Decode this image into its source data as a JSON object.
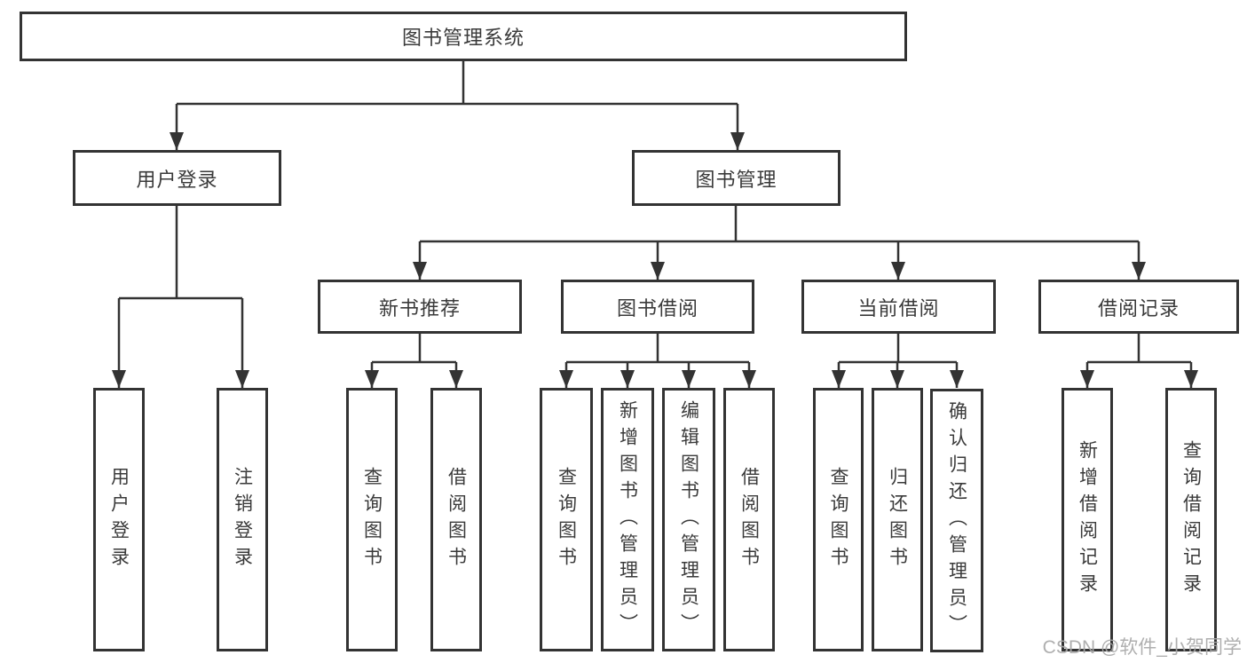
{
  "diagram": {
    "title": "图书管理系统",
    "root": {
      "label": "图书管理系统"
    },
    "branches": [
      {
        "label": "用户登录",
        "children": [
          {
            "label": "用户登录"
          },
          {
            "label": "注销登录"
          }
        ]
      },
      {
        "label": "图书管理",
        "children": [
          {
            "label": "新书推荐",
            "children": [
              {
                "label": "查询图书"
              },
              {
                "label": "借阅图书"
              }
            ]
          },
          {
            "label": "图书借阅",
            "children": [
              {
                "label": "查询图书"
              },
              {
                "label": "新增图书（管理员）"
              },
              {
                "label": "编辑图书（管理员）"
              },
              {
                "label": "借阅图书"
              }
            ]
          },
          {
            "label": "当前借阅",
            "children": [
              {
                "label": "查询图书"
              },
              {
                "label": "归还图书"
              },
              {
                "label": "确认归还（管理员）"
              }
            ]
          },
          {
            "label": "借阅记录",
            "children": [
              {
                "label": "新增借阅记录"
              },
              {
                "label": "查询借阅记录"
              }
            ]
          }
        ]
      }
    ]
  },
  "colors": {
    "line": "#333333",
    "box_border": "#333333",
    "text": "#3a3a3a",
    "background": "#ffffff",
    "watermark": "#a8a8a8"
  },
  "watermark": {
    "text": "CSDN @软件_小贺同学"
  }
}
